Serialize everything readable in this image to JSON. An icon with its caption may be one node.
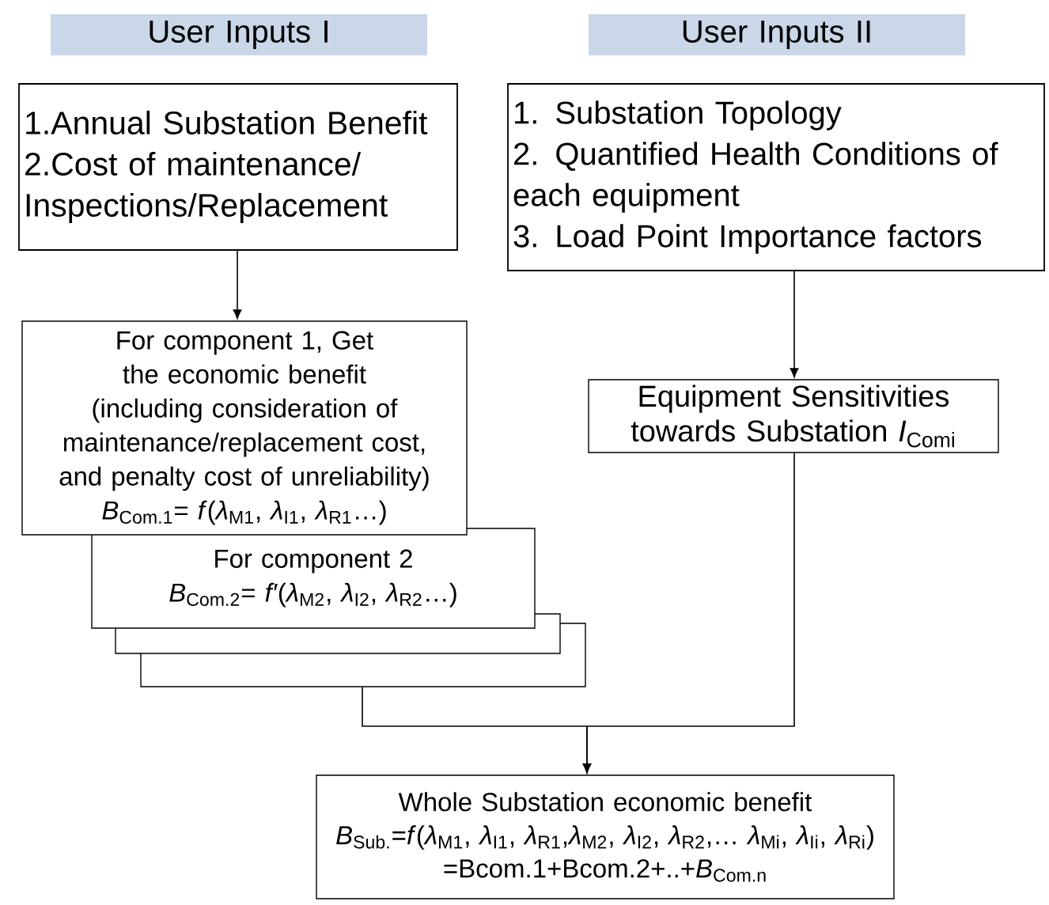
{
  "diagram": {
    "nodes": [
      {
        "text": [
          "User Inputs I"
        ]
      },
      {
        "text": [
          "User Inputs II"
        ]
      },
      {
        "text": [
          "1.Annual Substation Benefit",
          "2.Cost of maintenance/ Inspections/Replacement"
        ]
      },
      {
        "text": [
          "1. Substation Topology",
          "2. Quantified Health Conditions of each equipment",
          "3. Load Point Importance factors"
        ]
      },
      {
        "text": [
          "For component 1, Get the economic benefit (including consideration of maintenance/replacement cost, and penalty cost of unreliability)",
          "*B*$_{Com.1}$= *f*(*λ*$_{M1}$, *λ*$_{I1}$, *λ*$_{R1}$…)"
        ]
      },
      {
        "text": [
          "For component 2",
          "*B*$_{Com.2}$= *f′*(*λ*$_{M2}$, *λ*$_{I2}$, *λ*$_{R2}$…)"
        ]
      },
      {
        "text": [],
        "shape": "box"
      },
      {
        "text": [],
        "shape": "box"
      },
      {
        "text": [
          "Equipment Sensitivities towards Substation *I*$_{Comi}$"
        ]
      },
      {
        "text": [
          "Whole Substation economic benefit",
          "*B*$_{Sub.}$=*f*(*λ*$_{M1}$, *λ*$_{I1}$, *λ*$_{R1}$,*λ*$_{M2}$, *λ*$_{I2}$, *λ*$_{R2}$,… *λ*$_{Mi}$, *λ*$_{Ii}$, *λ*$_{Ri}$)",
          "=Bcom.1+Bcom.2+..+*B*$_{Com.n}$"
        ]
      }
    ],
    "edges": [
      {
        "from": 2,
        "to": 4,
        "arrow": "to"
      },
      {
        "from": 3,
        "to": 8,
        "arrow": "to"
      },
      {
        "from": 7,
        "to": 9,
        "arrow": "to"
      },
      {
        "from": 8,
        "to": 9,
        "arrow": "to"
      }
    ]
  }
}
